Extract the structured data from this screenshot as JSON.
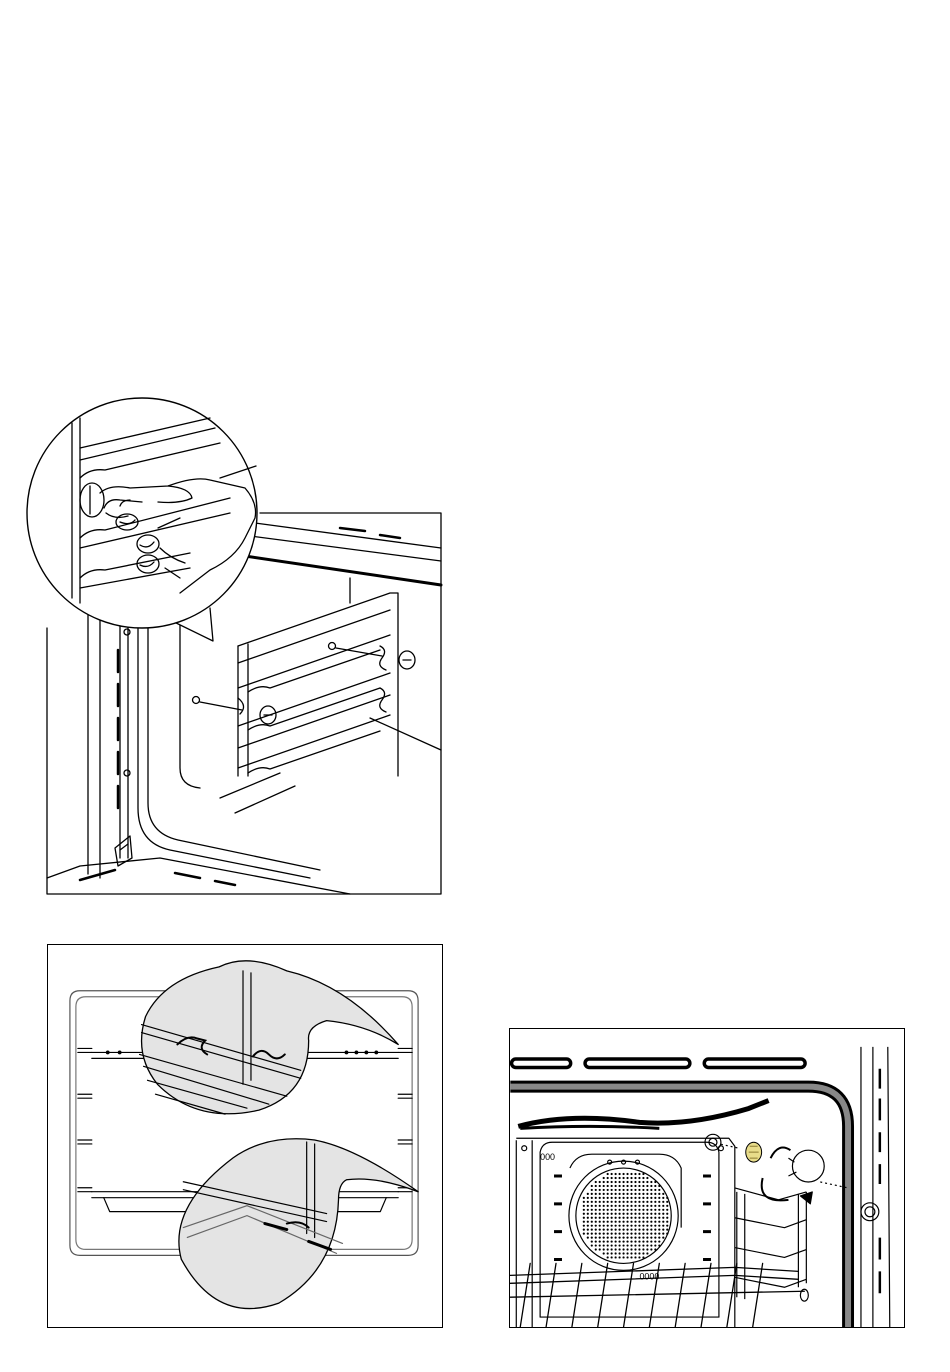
{
  "figures": [
    {
      "id": "oven-shelf-support-removal",
      "zoom_inset": true
    },
    {
      "id": "oven-shelf-insertion",
      "zoom_insets": 2
    },
    {
      "id": "oven-lamp-replacement",
      "highlight_color": "#e8dc8a"
    }
  ],
  "fan_cover_label": "000",
  "fan_cover_slot_label": "0000"
}
